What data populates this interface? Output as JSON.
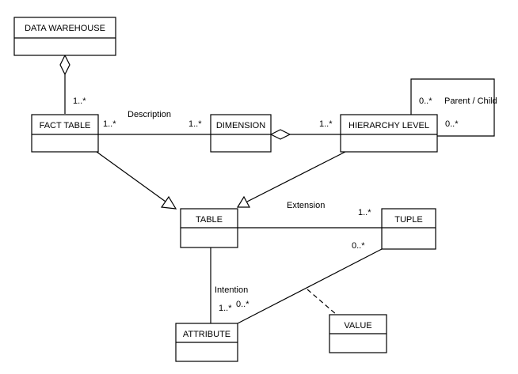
{
  "classes": {
    "data_warehouse": "DATA WAREHOUSE",
    "fact_table": "FACT TABLE",
    "dimension": "DIMENSION",
    "hierarchy_level": "HIERARCHY LEVEL",
    "table": "TABLE",
    "tuple": "TUPLE",
    "attribute": "ATTRIBUTE",
    "value": "VALUE"
  },
  "associations": {
    "warehouse_fact": {
      "fact_mult": "1..*"
    },
    "description": {
      "name": "Description",
      "fact_mult": "1..*",
      "dimension_mult": "1..*"
    },
    "dimension_hierarchy": {
      "hierarchy_mult": "1..*"
    },
    "parent_child": {
      "name": "Parent / Child",
      "mult_top": "0..*",
      "mult_right": "0..*"
    },
    "extension": {
      "name": "Extension",
      "tuple_mult": "1..*"
    },
    "intention": {
      "name": "Intention",
      "attribute_mult": "1..*"
    },
    "tuple_attribute": {
      "tuple_mult": "0..*",
      "attribute_mult": "0..*"
    }
  }
}
